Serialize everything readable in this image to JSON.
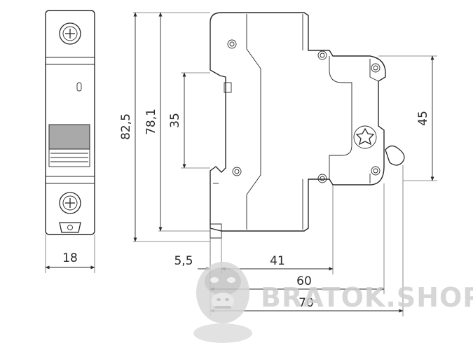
{
  "dimensions": {
    "front_width": "18",
    "height_overall": "82,5",
    "height_body": "78,1",
    "rail_gap": "35",
    "front_height": "45",
    "depth_front_offset": "5,5",
    "depth_body": "41",
    "depth_mid": "60",
    "depth_total": "70"
  },
  "watermark": {
    "text": "BRATOK.SHOP",
    "logo_icon": "gorilla-logo-icon"
  },
  "colors": {
    "line": "#2a2a2a",
    "toggle_fill": "#a9a9a9",
    "watermark": "#cfcfcf"
  }
}
